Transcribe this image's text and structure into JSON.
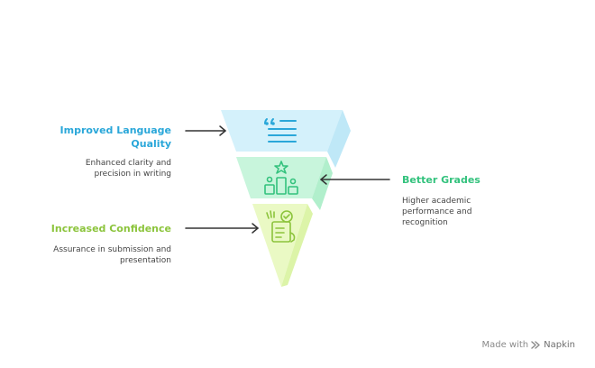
{
  "stages": [
    {
      "title_lines": [
        "Improved Language",
        "Quality"
      ],
      "desc_lines": [
        "Enhanced clarity and",
        "precision in writing"
      ],
      "icon": "quote-document-icon",
      "color": "#2aa7d9",
      "fill": "#d4f1fb"
    },
    {
      "title_lines": [
        "Better Grades"
      ],
      "desc_lines": [
        "Higher academic",
        "performance and",
        "recognition"
      ],
      "icon": "podium-star-icon",
      "color": "#33c27d",
      "fill": "#c8f5dc"
    },
    {
      "title_lines": [
        "Increased Confidence"
      ],
      "desc_lines": [
        "Assurance in submission and",
        "presentation"
      ],
      "icon": "checklist-hand-icon",
      "color": "#8cc43c",
      "fill": "#eaf9c4"
    }
  ],
  "footer": {
    "prefix": "Made with",
    "brand": "Napkin",
    "icon": "napkin-logo-icon"
  }
}
